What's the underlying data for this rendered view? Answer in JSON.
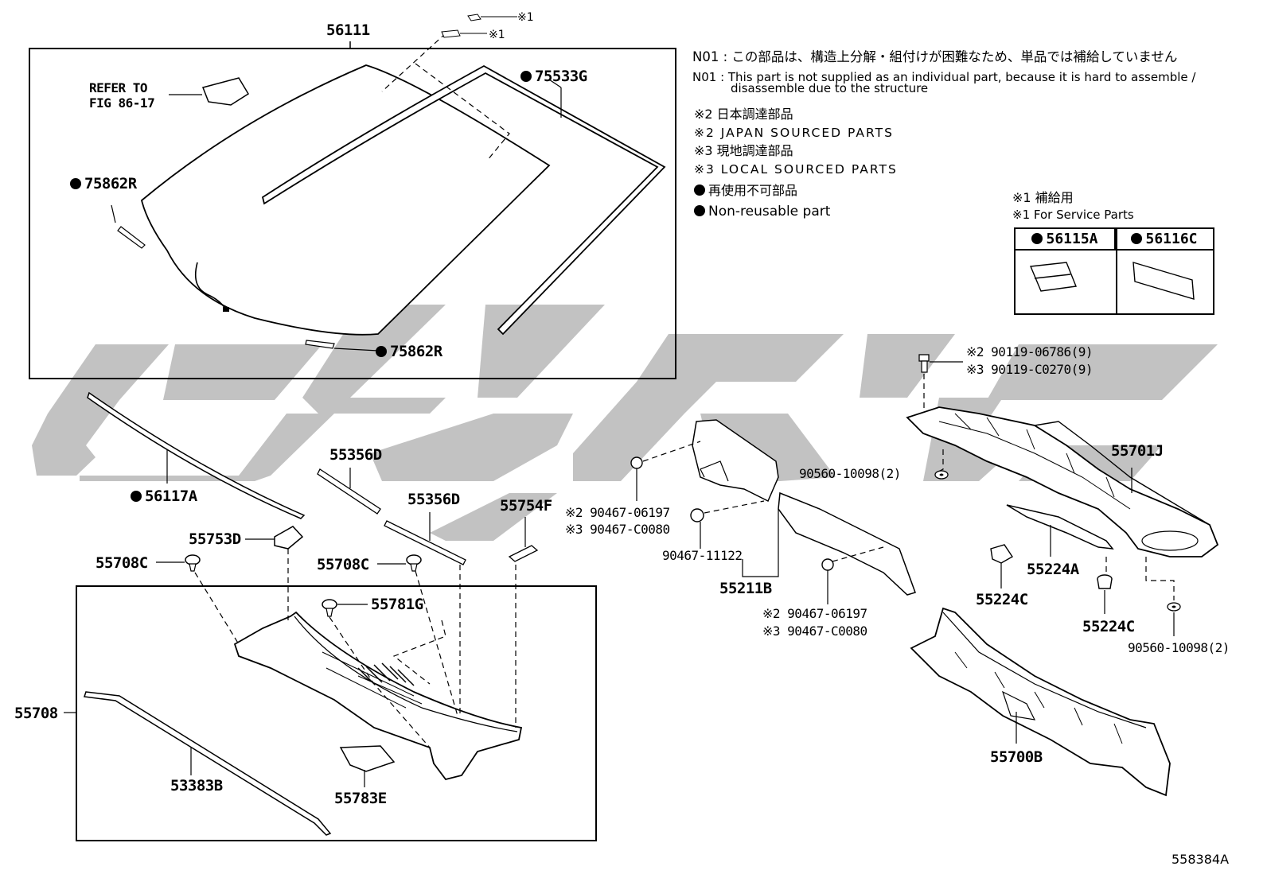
{
  "diagram_id": "558384A",
  "notes": {
    "n01_jp": "N01 : この部品は、構造上分解・組付けが困難なため、単品では補給していません",
    "n01_en_1": "N01 :  This part is not supplied as an individual part, because it is hard to assemble /",
    "n01_en_2": "disassemble due to the structure",
    "japan_jp": "※2 日本調達部品",
    "japan_en": "※2 JAPAN SOURCED PARTS",
    "local_jp": "※3 現地調達部品",
    "local_en": "※3 LOCAL SOURCED PARTS",
    "nonreuse_jp": "再使用不可部品",
    "nonreuse_en": "Non-reusable part",
    "service_jp": "※1 補給用",
    "service_en": "※1 For Service Parts",
    "mark1a": "※1",
    "mark1b": "※1"
  },
  "service_table": {
    "col1": "56115A",
    "col2": "56116C"
  },
  "labels": {
    "p56111": "56111",
    "refer1": "REFER TO",
    "refer2": "FIG 86-17",
    "p75533G": "75533G",
    "p75862R_a": "75862R",
    "p75862R_b": "75862R",
    "p56117A": "56117A",
    "p55356D_a": "55356D",
    "p55356D_b": "55356D",
    "p55754F": "55754F",
    "p55753D": "55753D",
    "p55708C_a": "55708C",
    "p55708C_b": "55708C",
    "p55781G": "55781G",
    "p55708": "55708",
    "p53383B": "53383B",
    "p55783E": "55783E",
    "p90467_06197_a": "※2 90467-06197",
    "p90467_C0080_a": "※3 90467-C0080",
    "p90467_11122": "90467-11122",
    "p55211B": "55211B",
    "p90467_06197_b": "※2 90467-06197",
    "p90467_C0080_b": "※3 90467-C0080",
    "p90119_06786": "※2  90119-06786(9)",
    "p90119_C0270": "※3  90119-C0270(9)",
    "p90560_a": "90560-10098(2)",
    "p90560_b": "90560-10098(2)",
    "p55701J": "55701J",
    "p55224A": "55224A",
    "p55224C_a": "55224C",
    "p55224C_b": "55224C",
    "p55700B": "55700B"
  },
  "colors": {
    "line": "#000000",
    "watermark": "#bfbfbf"
  }
}
